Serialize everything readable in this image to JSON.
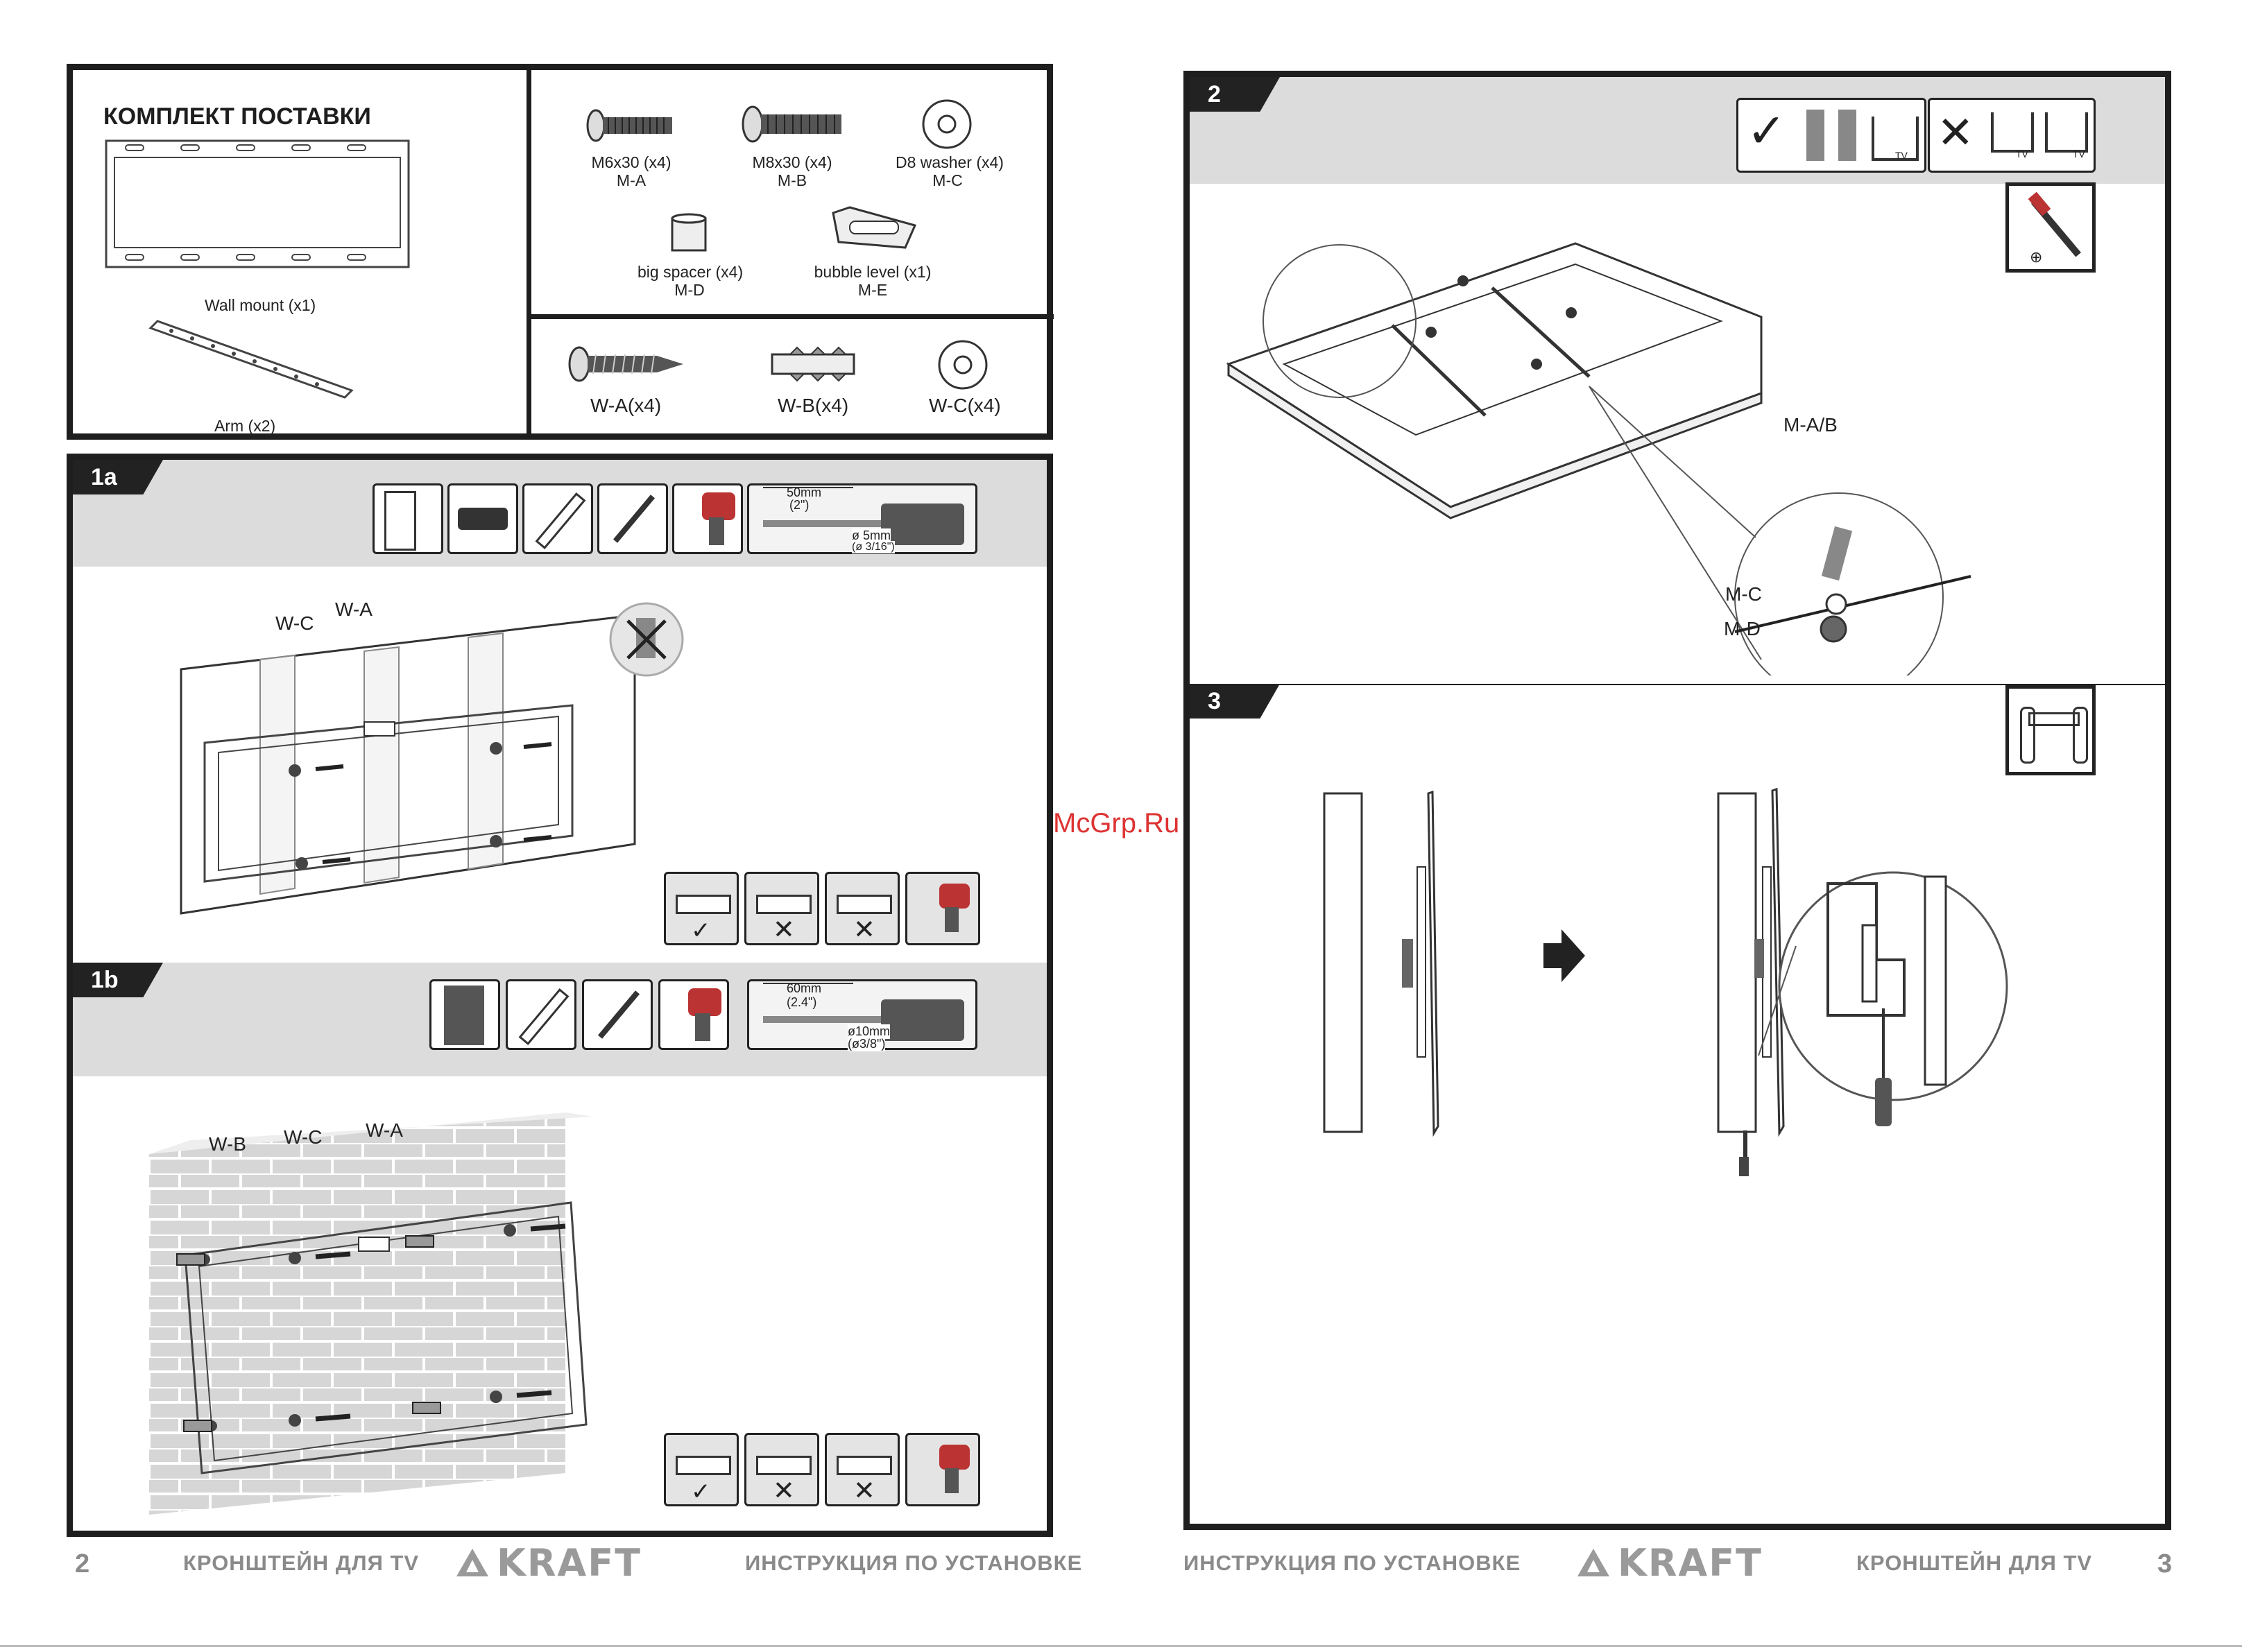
{
  "kit": {
    "title": "КОМПЛЕКТ ПОСТАВКИ",
    "wall_mount": "Wall mount (x1)",
    "arm": "Arm (x2)",
    "parts": [
      {
        "name": "M6x30 (x4)",
        "code": "M-A"
      },
      {
        "name": "M8x30 (x4)",
        "code": "M-B"
      },
      {
        "name": "D8 washer (x4)",
        "code": "M-C"
      },
      {
        "name": "big spacer (x4)",
        "code": "M-D"
      },
      {
        "name": "bubble level (x1)",
        "code": "M-E"
      }
    ],
    "wall_parts": [
      "W-A(x4)",
      "W-B(x4)",
      "W-C(x4)"
    ]
  },
  "step1a": {
    "num": "1a",
    "drill_depth": "50mm",
    "drill_depth_in": "(2\")",
    "drill_dia": "ø 5mm",
    "drill_dia_in": "(ø 3/16\")",
    "labels": [
      "W-C",
      "W-A"
    ]
  },
  "step1b": {
    "num": "1b",
    "drill_depth": "60mm",
    "drill_depth_in": "(2.4\")",
    "drill_dia": "ø10mm",
    "drill_dia_in": "(ø3/8\")",
    "labels": [
      "W-B",
      "W-C",
      "W-A"
    ]
  },
  "step2": {
    "num": "2",
    "labels": [
      "M-A/B",
      "M-C",
      "M-D"
    ],
    "tv_tag": "TV"
  },
  "step3": {
    "num": "3"
  },
  "watermark": "McGrp.Ru",
  "footer": {
    "left_page": "2",
    "right_page": "3",
    "product": "КРОНШТЕЙН ДЛЯ TV",
    "manual": "ИНСТРУКЦИЯ ПО УСТАНОВКЕ",
    "brand": "KRAFT"
  },
  "colors": {
    "frame": "#1e1e1e",
    "header": "#dcdcdc",
    "footer_text": "#8a8a8a",
    "watermark": "#dd3333"
  }
}
